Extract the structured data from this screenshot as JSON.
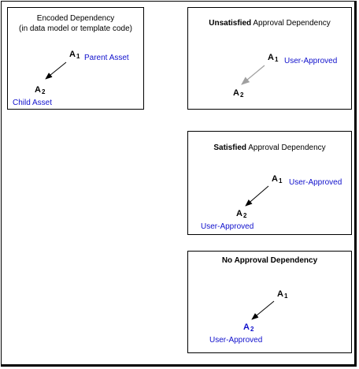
{
  "colors": {
    "blue": "#1010cc",
    "gray_arrow": "#a0a0a0"
  },
  "panels": {
    "encoded": {
      "title_line1": "Encoded Dependency",
      "title_line2": "(in data model or template code)",
      "parent_node": "A",
      "parent_sub": "1",
      "parent_label": "Parent Asset",
      "child_node": "A",
      "child_sub": "2",
      "child_label": "Child Asset"
    },
    "unsatisfied": {
      "title_bold": "Unsatisfied",
      "title_rest": " Approval Dependency",
      "parent_node": "A",
      "parent_sub": "1",
      "parent_label": "User-Approved",
      "child_node": "A",
      "child_sub": "2"
    },
    "satisfied": {
      "title_bold": "Satisfied",
      "title_rest": " Approval Dependency",
      "parent_node": "A",
      "parent_sub": "1",
      "parent_label": "User-Approved",
      "child_node": "A",
      "child_sub": "2",
      "child_label": "User-Approved"
    },
    "none": {
      "title_bold": "No Approval Dependency",
      "parent_node": "A",
      "parent_sub": "1",
      "child_node": "A",
      "child_sub": "2",
      "child_label": "User-Approved"
    }
  }
}
